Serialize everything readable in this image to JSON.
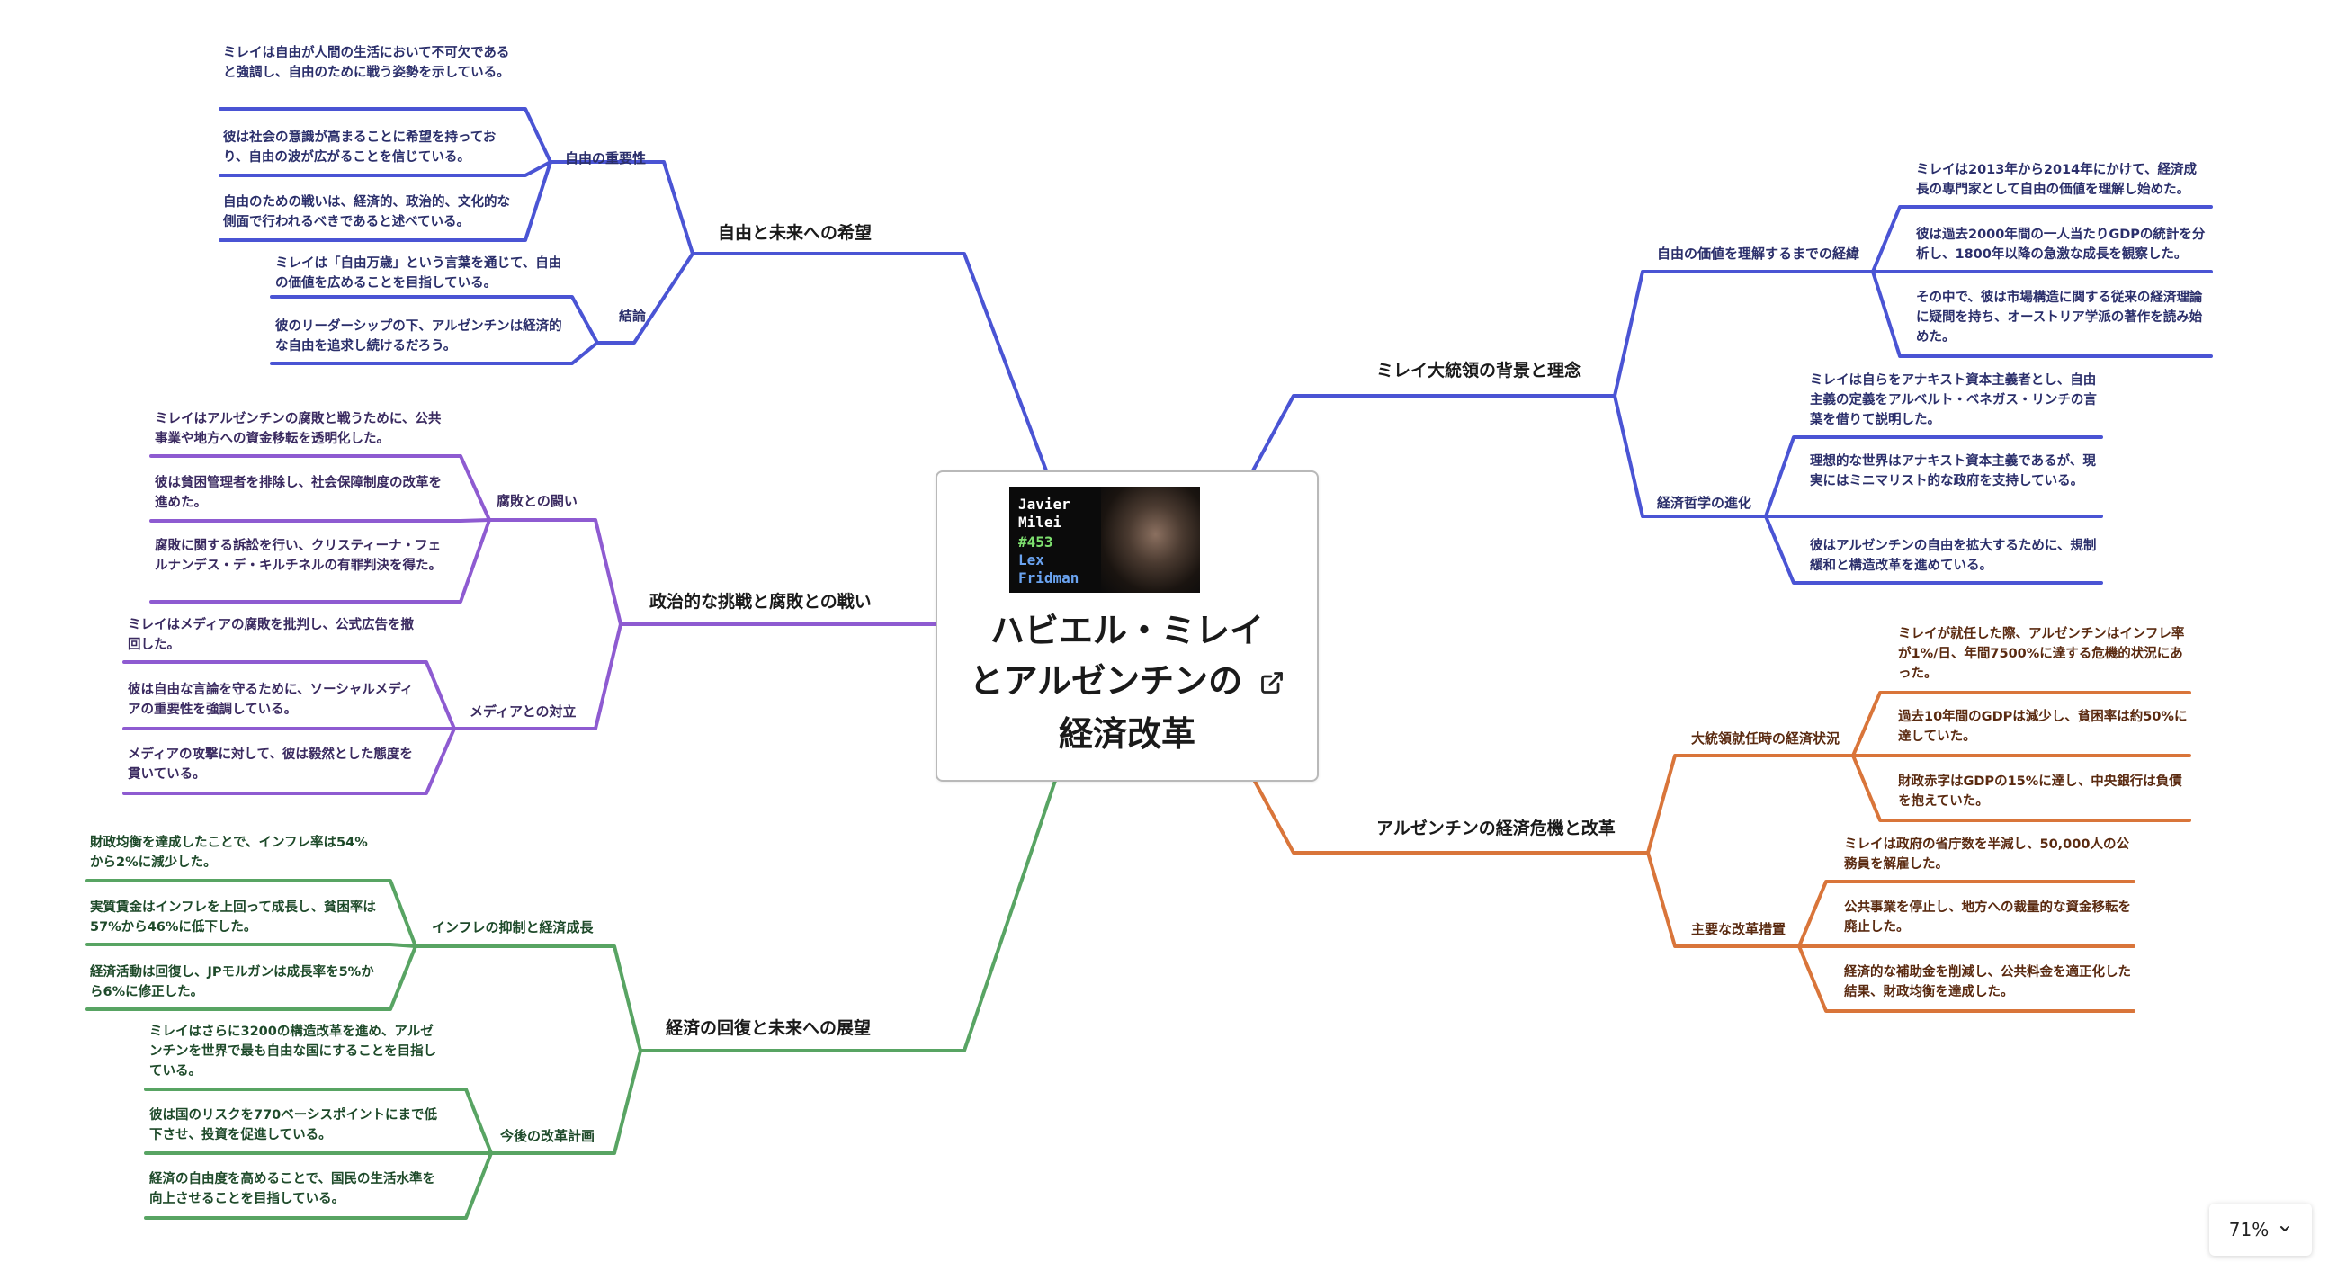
{
  "center": {
    "cover": {
      "line1": "Javier",
      "line2": "Milei",
      "episode": "#453",
      "host1": "Lex",
      "host2": "Fridman"
    },
    "title_line1": "ハビエル・ミレイ",
    "title_line2": "とアルゼンチンの",
    "title_line3": "経済改革",
    "link_icon": "external-link-icon"
  },
  "colors": {
    "blue": "#4a54d4",
    "purple": "#8e5bd1",
    "green": "#58a463",
    "orange": "#d9753a"
  },
  "branches": {
    "b1": {
      "label": "自由と未来への希望",
      "s1": {
        "label": "自由の重要性",
        "l1": "ミレイは自由が人間の生活において不可欠であると強調し、自由のために戦う姿勢を示している。",
        "l2": "彼は社会の意識が高まることに希望を持っており、自由の波が広がることを信じている。",
        "l3": "自由のための戦いは、経済的、政治的、文化的な側面で行われるべきであると述べている。"
      },
      "s2": {
        "label": "結論",
        "l1": "ミレイは「自由万歳」という言葉を通じて、自由の価値を広めることを目指している。",
        "l2": "彼のリーダーシップの下、アルゼンチンは経済的な自由を追求し続けるだろう。"
      }
    },
    "b2": {
      "label": "政治的な挑戦と腐敗との戦い",
      "s1": {
        "label": "腐敗との闘い",
        "l1": "ミレイはアルゼンチンの腐敗と戦うために、公共事業や地方への資金移転を透明化した。",
        "l2": "彼は貧困管理者を排除し、社会保障制度の改革を進めた。",
        "l3": "腐敗に関する訴訟を行い、クリスティーナ・フェルナンデス・デ・キルチネルの有罪判決を得た。"
      },
      "s2": {
        "label": "メディアとの対立",
        "l1": "ミレイはメディアの腐敗を批判し、公式広告を撤回した。",
        "l2": "彼は自由な言論を守るために、ソーシャルメディアの重要性を強調している。",
        "l3": "メディアの攻撃に対して、彼は毅然とした態度を貫いている。"
      }
    },
    "b3": {
      "label": "経済の回復と未来への展望",
      "s1": {
        "label": "インフレの抑制と経済成長",
        "l1": "財政均衡を達成したことで、インフレ率は54%から2%に減少した。",
        "l2": "実質賃金はインフレを上回って成長し、貧困率は57%から46%に低下した。",
        "l3": "経済活動は回復し、JPモルガンは成長率を5%から6%に修正した。"
      },
      "s2": {
        "label": "今後の改革計画",
        "l1": "ミレイはさらに3200の構造改革を進め、アルゼンチンを世界で最も自由な国にすることを目指している。",
        "l2": "彼は国のリスクを770ベーシスポイントにまで低下させ、投資を促進している。",
        "l3": "経済の自由度を高めることで、国民の生活水準を向上させることを目指している。"
      }
    },
    "b4": {
      "label": "ミレイ大統領の背景と理念",
      "s1": {
        "label": "自由の価値を理解するまでの経緯",
        "l1": "ミレイは2013年から2014年にかけて、経済成長の専門家として自由の価値を理解し始めた。",
        "l2": "彼は過去2000年間の一人当たりGDPの統計を分析し、1800年以降の急激な成長を観察した。",
        "l3": "その中で、彼は市場構造に関する従来の経済理論に疑問を持ち、オーストリア学派の著作を読み始めた。"
      },
      "s2": {
        "label": "経済哲学の進化",
        "l1": "ミレイは自らをアナキスト資本主義者とし、自由主義の定義をアルベルト・ベネガス・リンチの言葉を借りて説明した。",
        "l2": "理想的な世界はアナキスト資本主義であるが、現実にはミニマリスト的な政府を支持している。",
        "l3": "彼はアルゼンチンの自由を拡大するために、規制緩和と構造改革を進めている。"
      }
    },
    "b5": {
      "label": "アルゼンチンの経済危機と改革",
      "s1": {
        "label": "大統領就任時の経済状況",
        "l1": "ミレイが就任した際、アルゼンチンはインフレ率が1%/日、年間7500%に達する危機的状況にあった。",
        "l2": "過去10年間のGDPは減少し、貧困率は約50%に達していた。",
        "l3": "財政赤字はGDPの15%に達し、中央銀行は負債を抱えていた。"
      },
      "s2": {
        "label": "主要な改革措置",
        "l1": "ミレイは政府の省庁数を半減し、50,000人の公務員を解雇した。",
        "l2": "公共事業を停止し、地方への裁量的な資金移転を廃止した。",
        "l3": "経済的な補助金を削減し、公共料金を適正化した結果、財政均衡を達成した。"
      }
    }
  },
  "zoom": {
    "level": "71%",
    "icon": "chevron-down-icon"
  }
}
